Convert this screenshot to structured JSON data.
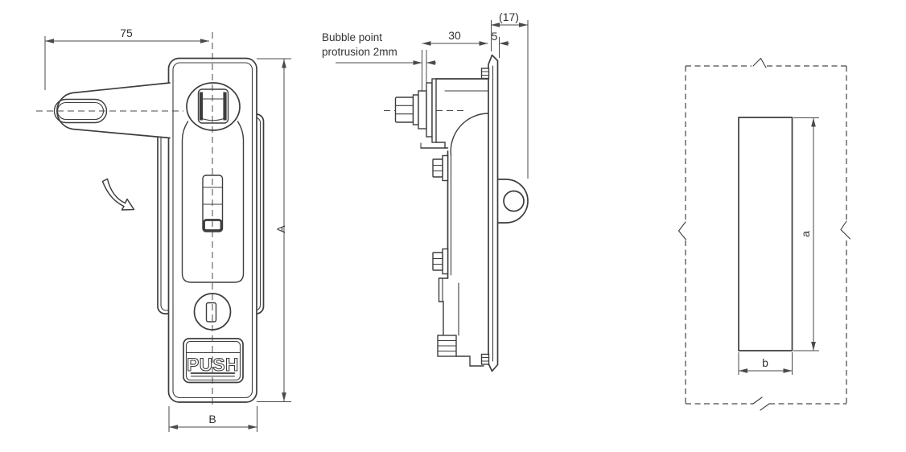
{
  "drawing": {
    "front_view": {
      "handle_offset_dim": "75",
      "height_dim": "A",
      "width_dim": "B",
      "push_button_label": "PUSH"
    },
    "side_view": {
      "note_line1": "Bubble point",
      "note_line2": "protrusion 2mm",
      "depth_dim": "30",
      "panel_gap_dim": "5",
      "rear_depth_dim": "(17)"
    },
    "cutout_view": {
      "cutout_height_dim": "a",
      "cutout_width_dim": "b"
    },
    "colors": {
      "line": "#3d3d3d",
      "background": "#ffffff"
    }
  }
}
